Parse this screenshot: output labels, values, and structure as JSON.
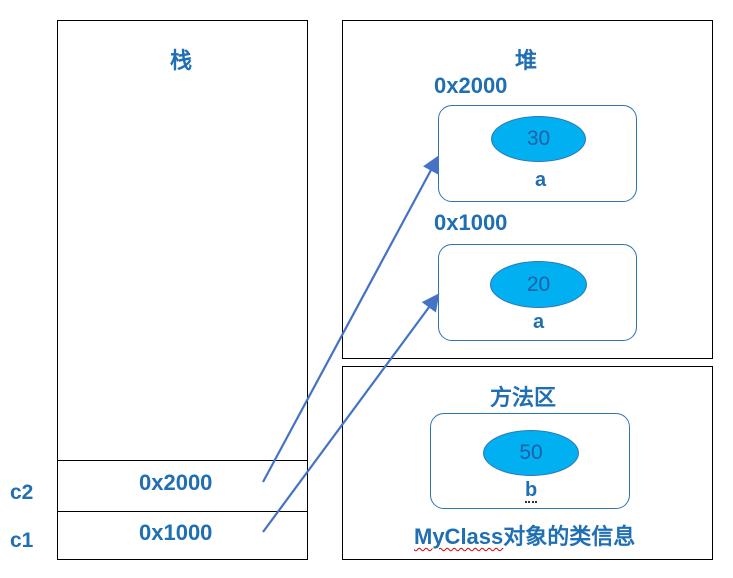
{
  "stack": {
    "title": "栈",
    "slots": [
      {
        "var": "c2",
        "value": "0x2000"
      },
      {
        "var": "c1",
        "value": "0x1000"
      }
    ]
  },
  "heap": {
    "title": "堆",
    "objects": [
      {
        "address": "0x2000",
        "value": "30",
        "field": "a"
      },
      {
        "address": "0x1000",
        "value": "20",
        "field": "a"
      }
    ]
  },
  "method_area": {
    "title": "方法区",
    "value": "50",
    "field": "b",
    "caption_prefix": "MyClass",
    "caption_suffix": "对象的类信息"
  },
  "colors": {
    "text": "#1f6fb2",
    "ellipse_fill": "#00b0f0",
    "ellipse_border": "#2e75b6",
    "arrow": "#4472c4"
  }
}
